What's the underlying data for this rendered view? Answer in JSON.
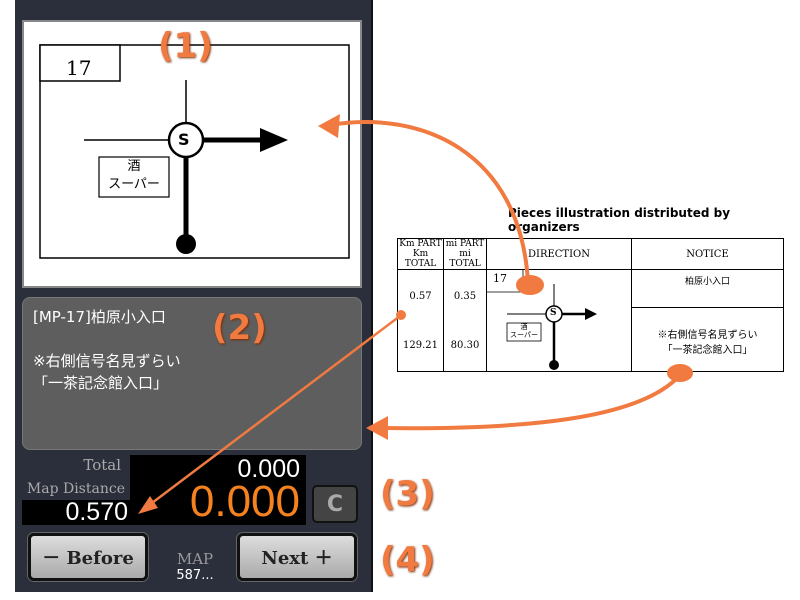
{
  "map": {
    "number": "17",
    "landmark_line1": "酒",
    "landmark_line2": "スーパー",
    "start_label": "S"
  },
  "notice": {
    "title": "[MP-17]柏原小入口",
    "line1": "※右側信号名見ずらい",
    "line2": "「一茶記念館入口」"
  },
  "distance": {
    "total_label": "Total",
    "map_distance_label": "Map Distance",
    "total_value": "0.000",
    "map_distance_value": "0.570",
    "main_value": "0.000",
    "clear_label": "C"
  },
  "nav": {
    "before_label": "－ Before",
    "next_label": "Next ＋",
    "map_label": "MAP",
    "map_value": "587..."
  },
  "annotations": {
    "a1": "(1)",
    "a2": "(2)",
    "a3": "(3)",
    "a4": "(4)",
    "caption": "Pieces illustration distributed by organizers"
  },
  "sheet": {
    "h_km": "Km PART",
    "h_km2": "Km TOTAL",
    "h_mi": "mi PART",
    "h_mi2": "mi TOTAL",
    "h_dir": "DIRECTION",
    "h_notice": "NOTICE",
    "km_part": "0.57",
    "km_total": "129.21",
    "mi_part": "0.35",
    "mi_total": "80.30",
    "number": "17",
    "landmark_line1": "酒",
    "landmark_line2": "スーパー",
    "start_label": "S",
    "notice1": "柏原小入口",
    "notice2": "※右側信号名見ずらい",
    "notice3": "「一茶記念館入口」"
  },
  "colors": {
    "accent": "#f07a40",
    "panel": "#2b2e3b",
    "note_bg": "#5e5e5e"
  }
}
